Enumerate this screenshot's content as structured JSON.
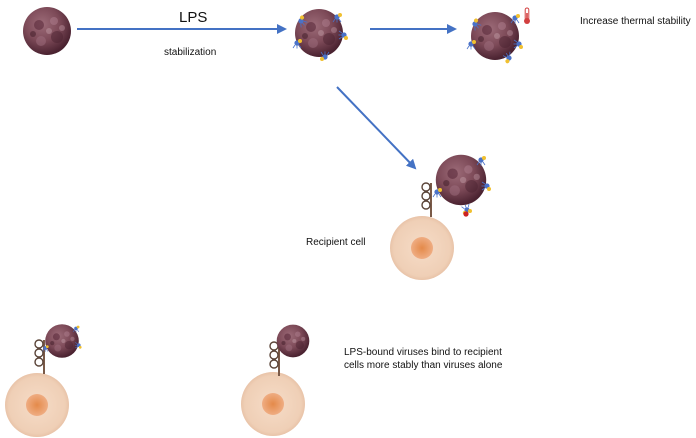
{
  "labels": {
    "lps": "LPS",
    "stabilization": "stabilization",
    "thermal": "Increase thermal stability",
    "recipient_cell": "Recipient cell",
    "caption": "LPS-bound viruses bind to recipient cells more stably than viruses alone"
  },
  "colors": {
    "arrow": "#4472c4",
    "virus_dark": "#5a2a3a",
    "virus_mid": "#7d4a58",
    "virus_light": "#9c6b78",
    "cell_outer": "#f0d2bb",
    "cell_nucleus": "#e08a4e",
    "receptor": "#7a5a48",
    "lps_blue": "#4a72c8",
    "lps_yellow": "#f0c030",
    "lps_red": "#cc2222",
    "thermometer": "#d24040"
  },
  "icons": [
    "virus-particle-icon",
    "lps-molecule-icon",
    "thermometer-icon",
    "receptor-icon",
    "recipient-cell-icon"
  ]
}
